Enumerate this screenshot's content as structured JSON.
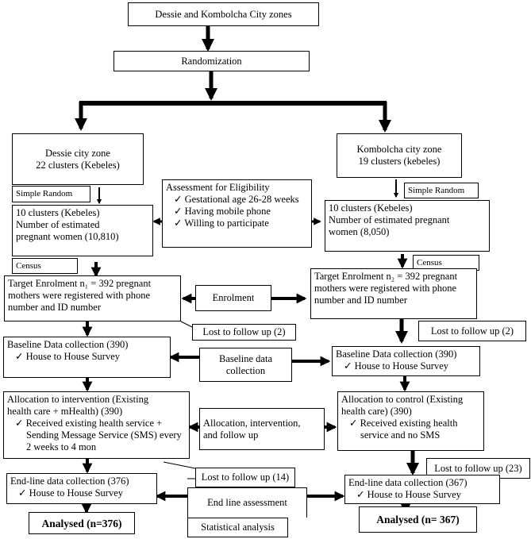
{
  "title_box": "Dessie and Kombolcha City zones",
  "randomization": "Randomization",
  "left": {
    "zone": [
      "Dessie city zone",
      "22 clusters (Kebeles)"
    ],
    "sampling": "Simple Random",
    "clusters": [
      "10 clusters (Kebeles)",
      "Number of estimated",
      "pregnant women (10,810)"
    ],
    "census": "Census",
    "enrolment": [
      "Target Enrolment n₁ = 392 pregnant",
      "mothers were registered with phone",
      "number and ID number"
    ],
    "lost1": "Lost to follow up (2)",
    "baseline": "Baseline Data collection (390)",
    "baseline_item": "✓  House to House Survey",
    "allocation": [
      "Allocation to intervention (Existing",
      "health care + mHealth) (390)"
    ],
    "allocation_items": [
      "✓  Received existing health service + Sending Message Service (SMS) every 2 weeks to 4 mon"
    ],
    "lost2": "Lost to follow up (14)",
    "endline": "End-line data collection (376)",
    "endline_item": "✓  House to House Survey",
    "analysed": "Analysed (n=376)"
  },
  "right": {
    "zone": [
      "Kombolcha city zone",
      "19 clusters (kebeles)"
    ],
    "sampling": "Simple Random",
    "clusters": [
      "10 clusters (Kebeles)",
      "Number of estimated pregnant",
      "women (8,050)"
    ],
    "census": "Census",
    "enrolment": [
      "Target Enrolment n₂ = 392 pregnant",
      "mothers were registered with phone",
      "number and ID number"
    ],
    "lost1": "Lost to follow up (2)",
    "baseline": "Baseline Data collection (390)",
    "baseline_item": "✓  House to House Survey",
    "allocation": [
      "Allocation to control (Existing",
      "health care) (390)"
    ],
    "allocation_items": [
      "✓  Received existing health service and no SMS"
    ],
    "lost2": "Lost to follow up (23)",
    "endline": "End-line data collection (367)",
    "endline_item": "✓  House to House Survey",
    "analysed": "Analysed (n= 367)"
  },
  "center": {
    "eligibility_title": "Assessment for Eligibility",
    "eligibility_items": [
      "✓  Gestational age 26-28 weeks",
      "✓  Having mobile phone",
      "✓  Willing to participate"
    ],
    "enrolment": "Enrolment",
    "baseline": [
      "Baseline data",
      "collection"
    ],
    "allocation": [
      "Allocation, intervention,",
      "and follow up"
    ],
    "endline": "End line assessment",
    "statistical": "Statistical analysis"
  }
}
